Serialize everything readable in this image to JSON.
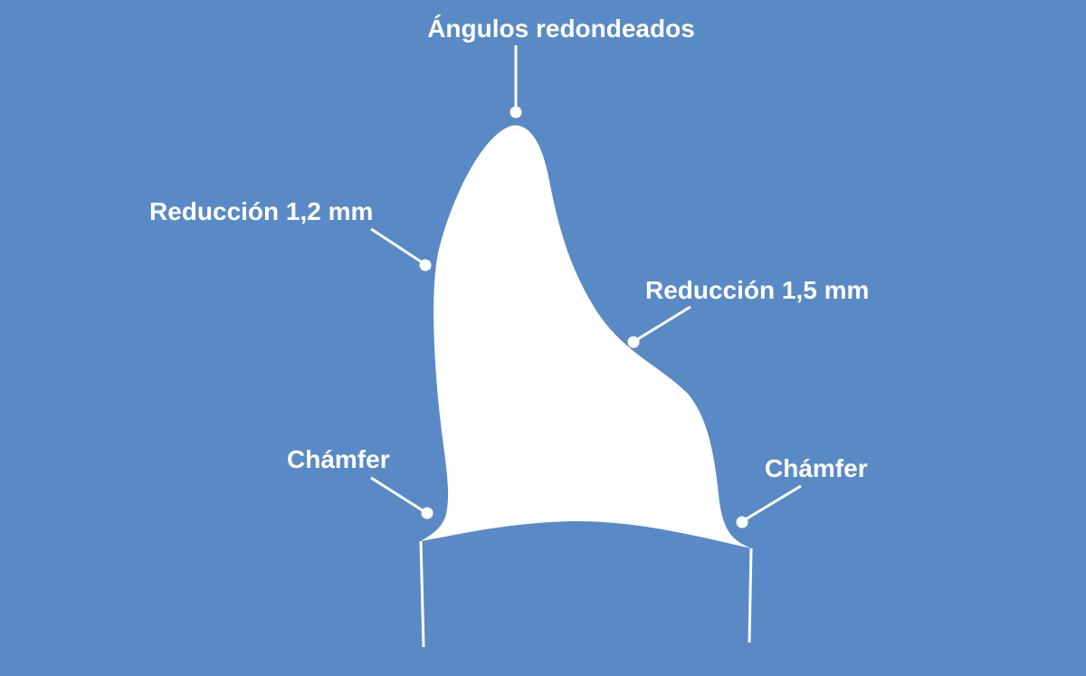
{
  "colors": {
    "background": "#5a8ac5",
    "foreground": "#ffffff"
  },
  "labels": {
    "top": "Ángulos redondeados",
    "left_reduction": "Reducción 1,2 mm",
    "right_reduction": "Reducción 1,5 mm",
    "left_chamfer": "Chámfer",
    "right_chamfer": "Chámfer"
  }
}
